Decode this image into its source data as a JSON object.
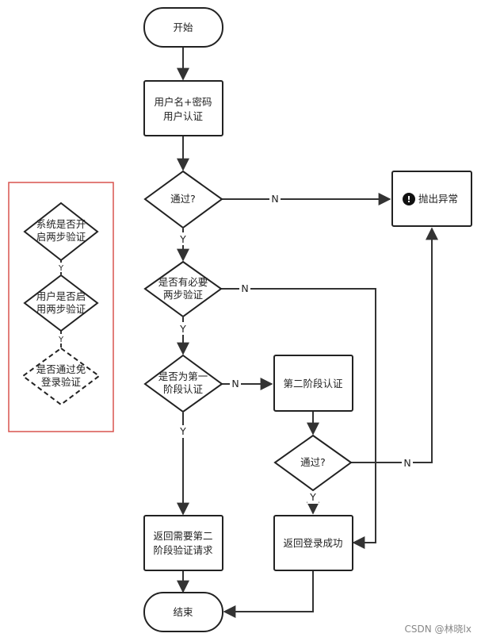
{
  "nodes": {
    "start": "开始",
    "auth_line1": "用户名+密码",
    "auth_line2": "用户认证",
    "pass1": "通过?",
    "need_line1": "是否有必要",
    "need_line2": "两步验证",
    "first_line1": "是否为第一",
    "first_line2": "阶段认证",
    "stage2": "第二阶段认证",
    "pass2": "通过?",
    "return_need_line1": "返回需要第二",
    "return_need_line2": "阶段验证请求",
    "return_success": "返回登录成功",
    "end": "结束",
    "exception": "抛出异常",
    "exception_icon": "!"
  },
  "edge_labels": {
    "pass1_no": "N",
    "pass1_yes": "Y",
    "need_no": "N",
    "need_yes": "Y",
    "first_no": "N",
    "first_yes": "Y",
    "pass2_no": "N",
    "pass2_yes": "Y"
  },
  "side_panel": {
    "d1_line1": "系统是否开",
    "d1_line2": "启两步验证",
    "d2_line1": "用户是否启",
    "d2_line2": "用两步验证",
    "d3_line1": "是否通过免",
    "d3_line2": "登录验证",
    "y1": "Y",
    "y2": "Y",
    "border_color": "#d9534f"
  },
  "watermark": "CSDN @林晓lx"
}
